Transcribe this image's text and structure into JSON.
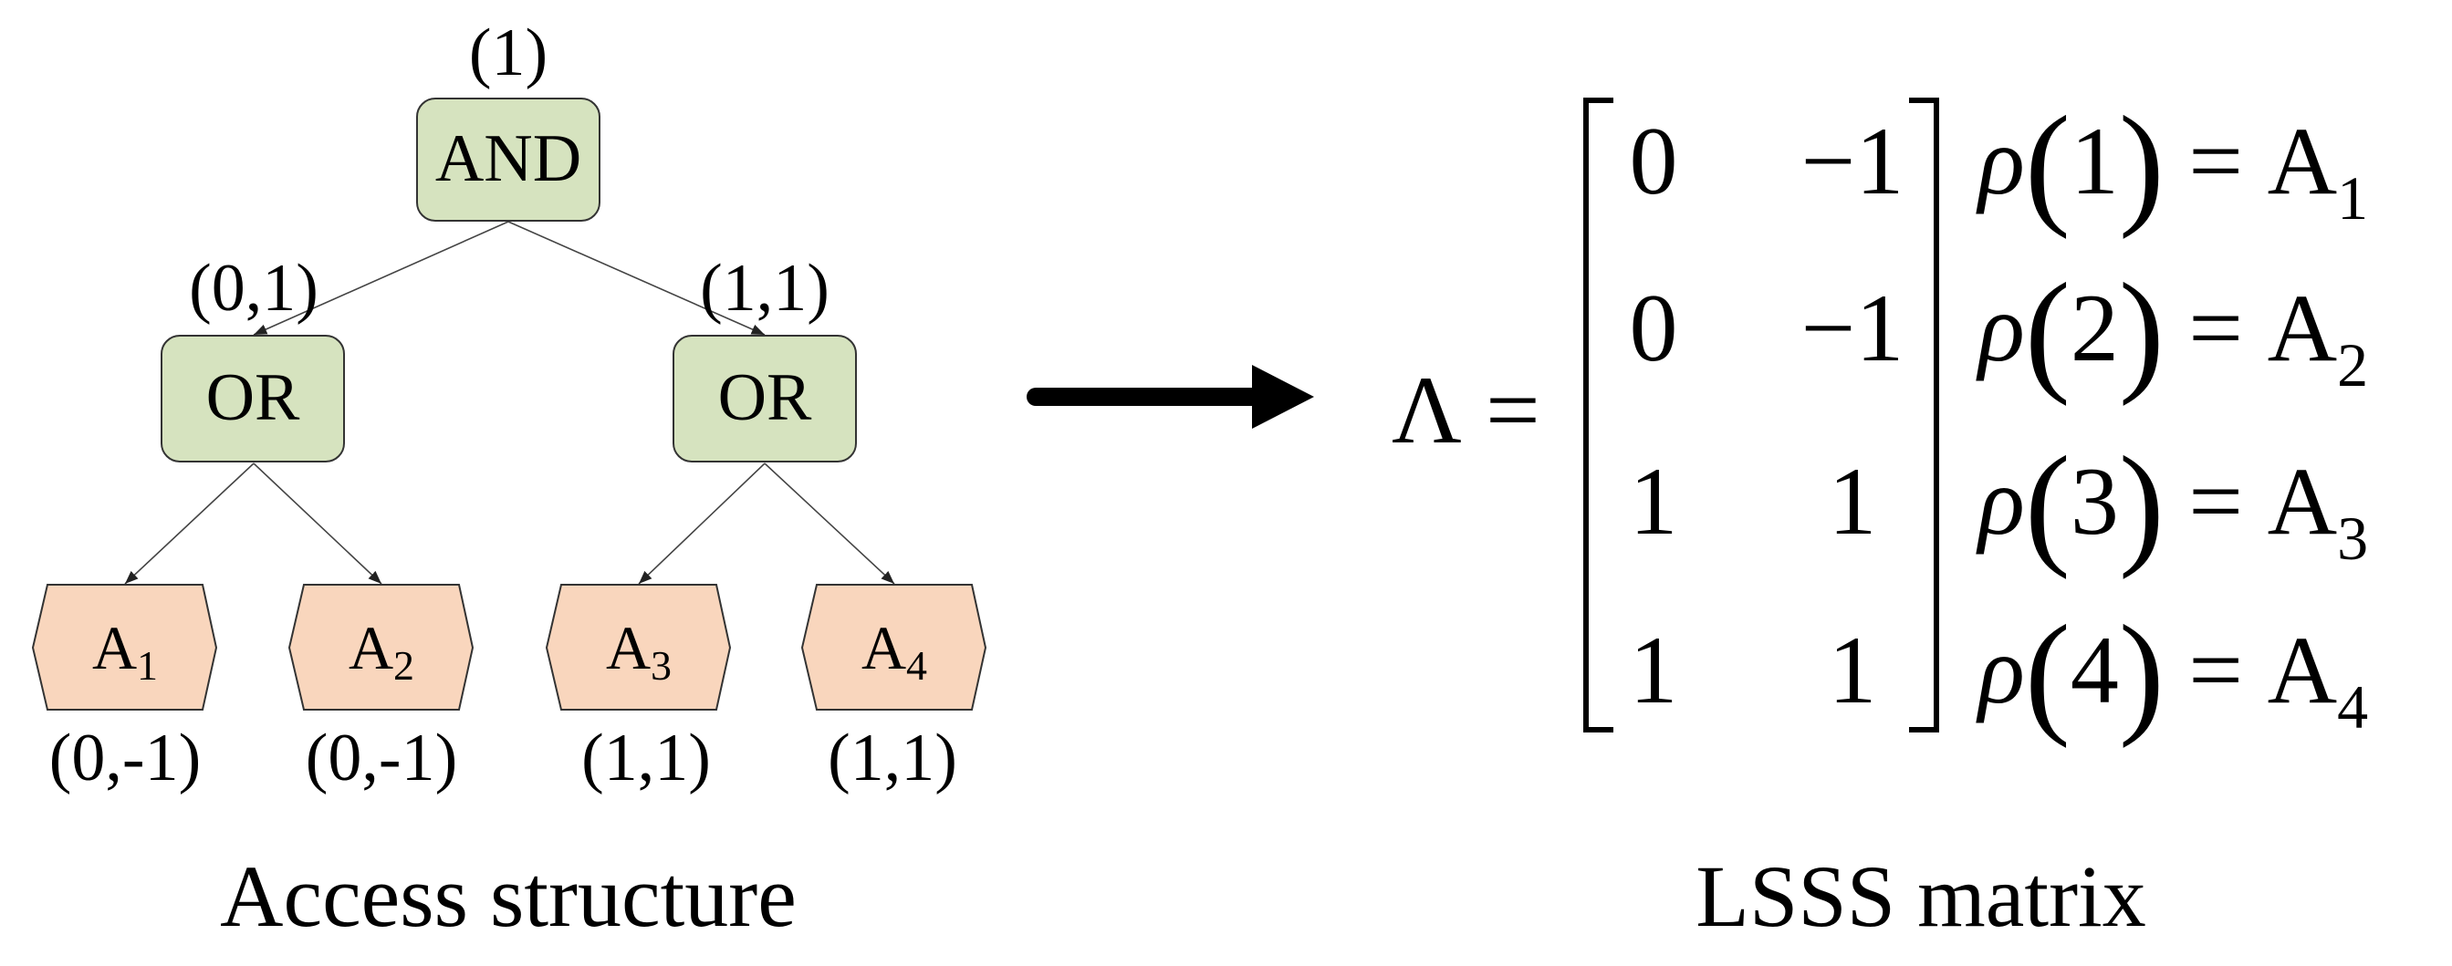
{
  "tree": {
    "root": {
      "label": "AND",
      "vector": "(1)",
      "fill": "#d6e3bf",
      "children": [
        {
          "label": "OR",
          "vector": "(0,1)",
          "fill": "#d6e3bf",
          "children": [
            {
              "letter": "A",
              "sub": "1",
              "vector": "(0,-1)",
              "fill": "#f9d6bd"
            },
            {
              "letter": "A",
              "sub": "2",
              "vector": "(0,-1)",
              "fill": "#f9d6bd"
            }
          ]
        },
        {
          "label": "OR",
          "vector": "(1,1)",
          "fill": "#d6e3bf",
          "children": [
            {
              "letter": "A",
              "sub": "3",
              "vector": "(1,1)",
              "fill": "#f9d6bd"
            },
            {
              "letter": "A",
              "sub": "4",
              "vector": "(1,1)",
              "fill": "#f9d6bd"
            }
          ]
        }
      ]
    },
    "caption": "Access structure"
  },
  "matrix": {
    "lhs": "Λ",
    "equals": "=",
    "rows": [
      {
        "cells": [
          "0",
          "−1"
        ],
        "rho": "ρ",
        "index": "1",
        "attr": "A",
        "attr_sub": "1"
      },
      {
        "cells": [
          "0",
          "−1"
        ],
        "rho": "ρ",
        "index": "2",
        "attr": "A",
        "attr_sub": "2"
      },
      {
        "cells": [
          "1",
          "1"
        ],
        "rho": "ρ",
        "index": "3",
        "attr": "A",
        "attr_sub": "3"
      },
      {
        "cells": [
          "1",
          "1"
        ],
        "rho": "ρ",
        "index": "4",
        "attr": "A",
        "attr_sub": "4"
      }
    ],
    "caption": "LSSS matrix"
  },
  "arrow": {
    "icon": "right-arrow-icon"
  },
  "colors": {
    "gate_fill": "#d6e3bf",
    "leaf_fill": "#f9d6bd",
    "stroke": "#333333"
  }
}
